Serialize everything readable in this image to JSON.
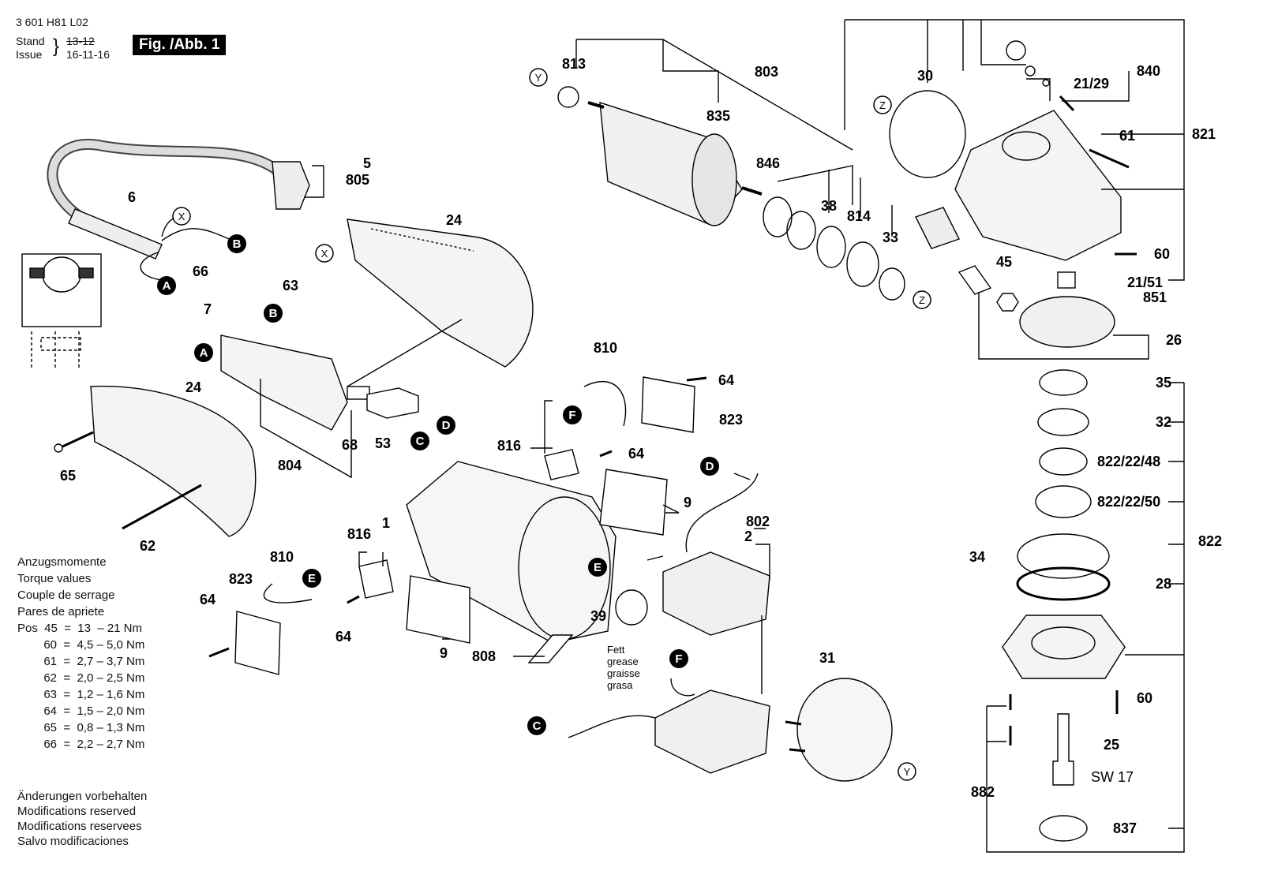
{
  "header": {
    "part_number": "3 601 H81 L02",
    "stand_label": "Stand",
    "issue_label": "Issue",
    "stand_value": "13-12",
    "issue_value": "16-11-16",
    "figure_tag": "Fig. /Abb. 1"
  },
  "torque": {
    "titles": [
      "Anzugsmomente",
      "Torque values",
      "Couple de serrage",
      "Pares de apriete"
    ],
    "rows": [
      "Pos  45  =  13  – 21 Nm",
      "        60  =  4,5 – 5,0 Nm",
      "        61  =  2,7 – 3,7 Nm",
      "        62  =  2,0 – 2,5 Nm",
      "        63  =  1,2 – 1,6 Nm",
      "        64  =  1,5 – 2,0 Nm",
      "        65  =  0,8 – 1,3 Nm",
      "        66  =  2,2 – 2,7 Nm"
    ]
  },
  "notes": [
    "Änderungen vorbehalten",
    "Modifications reserved",
    "Modifications reservees",
    "Salvo modificaciones"
  ],
  "grease": [
    "Fett",
    "grease",
    "graisse",
    "grasa"
  ],
  "labels": {
    "p813": "813",
    "p803": "803",
    "p30": "30",
    "p840": "840",
    "p2129": "21/29",
    "p821": "821",
    "p835": "835",
    "p846": "846",
    "p38": "38",
    "p814": "814",
    "p33": "33",
    "p61": "61",
    "p60a": "60",
    "p2151": "21/51",
    "p851": "851",
    "p45": "45",
    "p26": "26",
    "p35": "35",
    "p32": "32",
    "p82248": "822/22/48",
    "p82250": "822/22/50",
    "p822": "822",
    "p34": "34",
    "p28": "28",
    "p60b": "60",
    "p25": "25",
    "sw17": "SW 17",
    "p882": "882",
    "p837": "837",
    "p5": "5",
    "p805": "805",
    "p6": "6",
    "p24a": "24",
    "p66": "66",
    "p63": "63",
    "p7": "7",
    "p24b": "24",
    "p65": "65",
    "p62": "62",
    "p804": "804",
    "p68": "68",
    "p53": "53",
    "p810a": "810",
    "p64a": "64",
    "p823a": "823",
    "p816a": "816",
    "p64b": "64",
    "p9a": "9",
    "p1": "1",
    "p802": "802",
    "p2": "2",
    "p816b": "816",
    "p810b": "810",
    "p823b": "823",
    "p64c": "64",
    "p64d": "64",
    "p39": "39",
    "p9b": "9",
    "p808": "808",
    "p31": "31"
  },
  "callouts": {
    "Y": "Y",
    "Z": "Z",
    "X": "X",
    "A": "A",
    "B": "B",
    "C": "C",
    "D": "D",
    "E": "E",
    "F": "F"
  }
}
